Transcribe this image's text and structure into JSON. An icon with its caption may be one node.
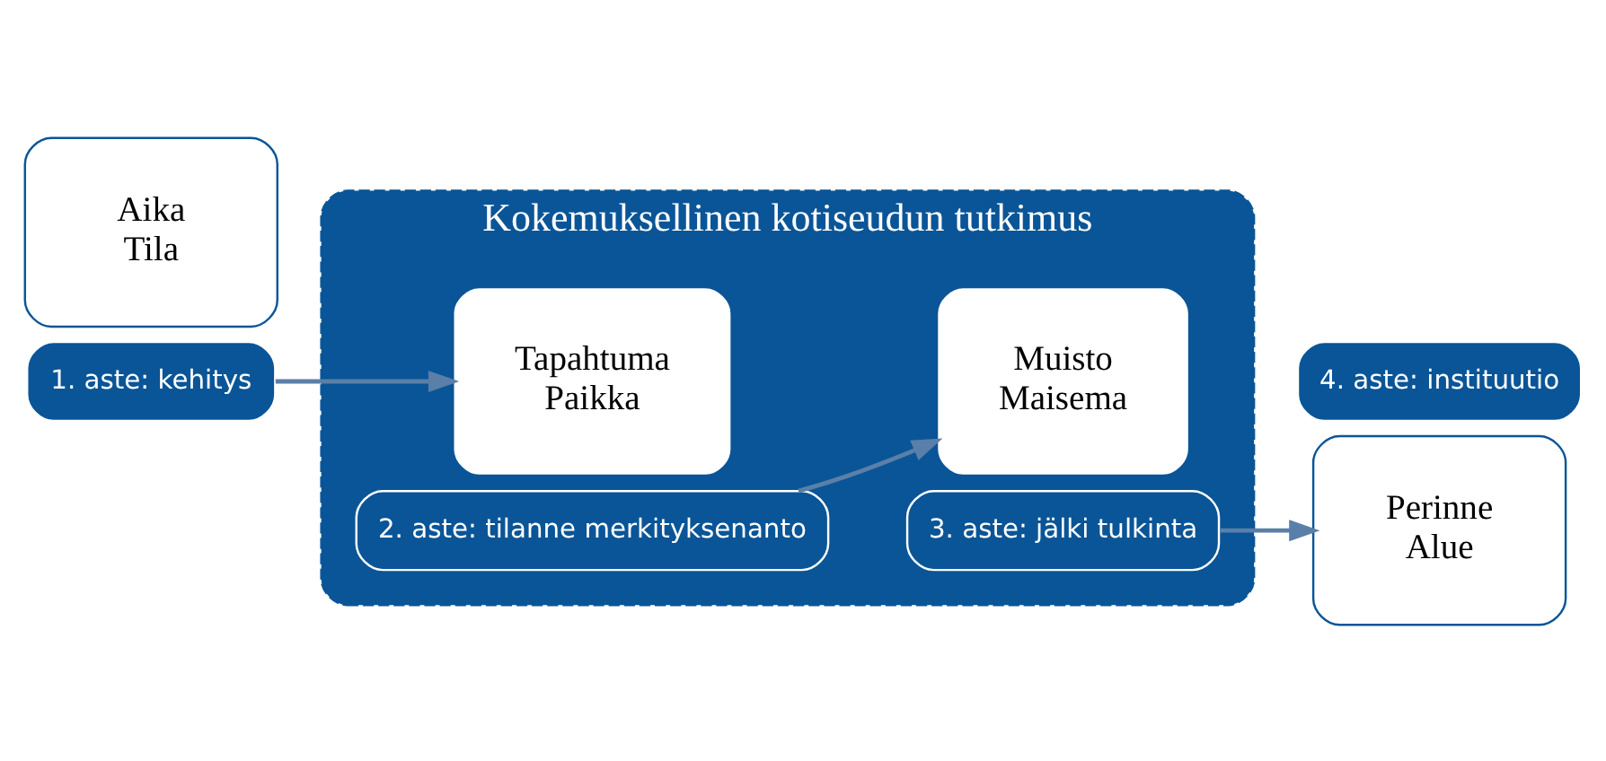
{
  "diagram": {
    "nodes": [
      {
        "text": [
          "Kokemuksellinen kotiseudun tutkimus"
        ]
      },
      {
        "text": [
          "Aika",
          "Tila"
        ]
      },
      {
        "text": [
          "1. aste: kehitys"
        ]
      },
      {
        "text": [
          "Tapahtuma",
          "Paikka"
        ],
        "in": 0
      },
      {
        "text": [
          "2. aste: tilanne merkityksenanto"
        ],
        "in": 0
      },
      {
        "text": [
          "Muisto",
          "Maisema"
        ],
        "in": 0
      },
      {
        "text": [
          "3. aste: jälki tulkinta"
        ],
        "in": 0
      },
      {
        "text": [
          "Perinne",
          "Alue"
        ]
      },
      {
        "text": [
          "4. aste: instituutio"
        ]
      }
    ],
    "edges": [
      {
        "from": 2,
        "to": 3,
        "arrow": "to"
      },
      {
        "from": 4,
        "to": 5,
        "arrow": "to"
      },
      {
        "from": 6,
        "to": 7,
        "arrow": "to"
      }
    ]
  }
}
